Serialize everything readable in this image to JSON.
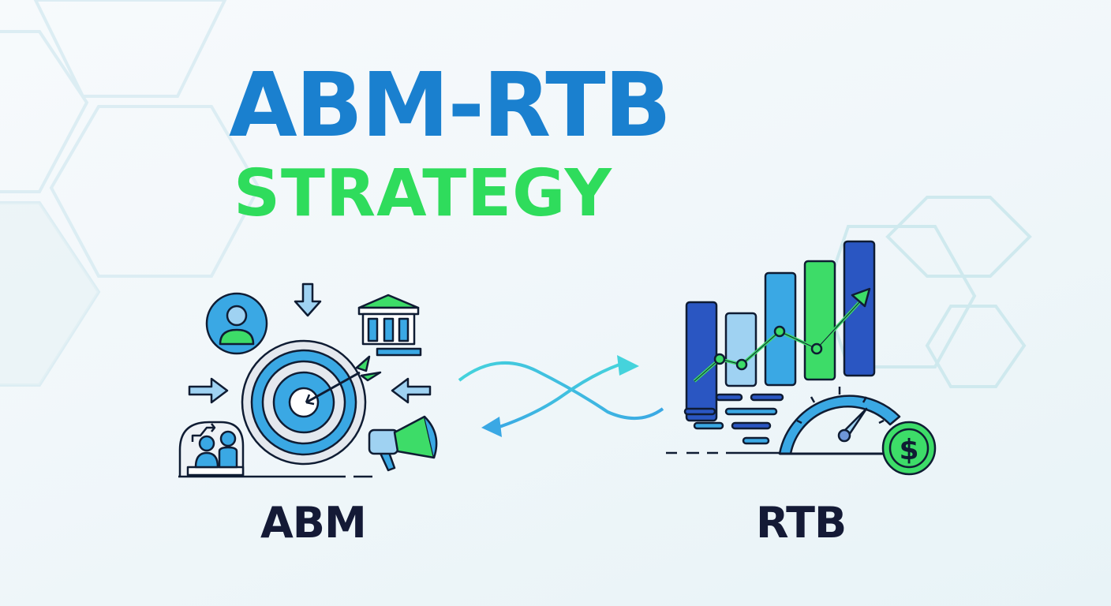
{
  "header": {
    "title": "ABM-RTB",
    "subtitle": "STRATEGY"
  },
  "left_panel": {
    "label": "ABM",
    "icons": [
      "user-icon",
      "down-arrow-icon",
      "bank-icon",
      "target-icon",
      "arrow-icon",
      "right-arrow-icon",
      "left-arrow-icon",
      "team-meeting-icon",
      "megaphone-icon"
    ]
  },
  "right_panel": {
    "label": "RTB",
    "icons": [
      "bar-chart-icon",
      "trend-line-icon",
      "speedometer-icon",
      "dollar-coin-icon"
    ]
  },
  "connector": {
    "icon": "exchange-arrows-icon"
  },
  "colors": {
    "title_blue": "#1a80cf",
    "subtitle_green": "#2fdc5c",
    "label_dark": "#141a36",
    "icon_blue": "#3aa8e4",
    "icon_light_blue": "#9fd2f2",
    "icon_dark_blue": "#2a56c2",
    "icon_green": "#3ddc68",
    "arrow_teal": "#45d3dc",
    "background": "#f1f7fa"
  }
}
